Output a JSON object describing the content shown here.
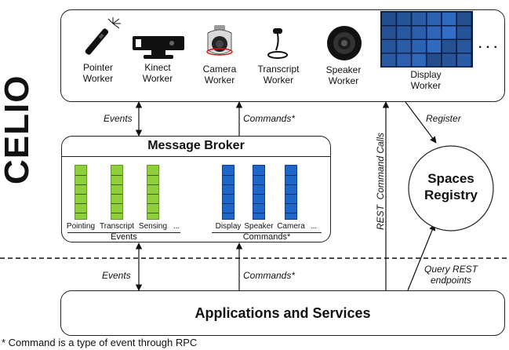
{
  "side_title": "CELIO",
  "workers": [
    {
      "label": "Pointer\nWorker",
      "icon": "laser-pointer-icon"
    },
    {
      "label": "Kinect\nWorker",
      "icon": "kinect-sensor-icon"
    },
    {
      "label": "Camera\nWorker",
      "icon": "ptz-camera-icon"
    },
    {
      "label": "Transcript\nWorker",
      "icon": "microphone-icon"
    },
    {
      "label": "Speaker\nWorker",
      "icon": "speaker-icon"
    },
    {
      "label": "Display\nWorker",
      "icon": "display-wall-icon"
    }
  ],
  "workers_more": "· · ·",
  "broker": {
    "title": "Message Broker",
    "events_queues": [
      "Pointing",
      "Transcript",
      "Sensing"
    ],
    "events_more": "...",
    "commands_queues": [
      "Display",
      "Speaker",
      "Camera"
    ],
    "commands_more": "...",
    "events_group": "Events",
    "commands_group": "Commands*",
    "events_color": "#8fcf3b",
    "commands_color": "#1f66c9"
  },
  "registry": {
    "title": "Spaces\nRegistry"
  },
  "apps": {
    "title": "Applications and Services"
  },
  "labels": {
    "events_top": "Events",
    "commands_top": "Commands*",
    "events_bottom": "Events",
    "commands_bottom": "Commands*",
    "register": "Register",
    "rest_calls": "REST  Command Calls",
    "query": "Query REST\nendpoints"
  },
  "footnote": "* Command is a type of event through RPC"
}
